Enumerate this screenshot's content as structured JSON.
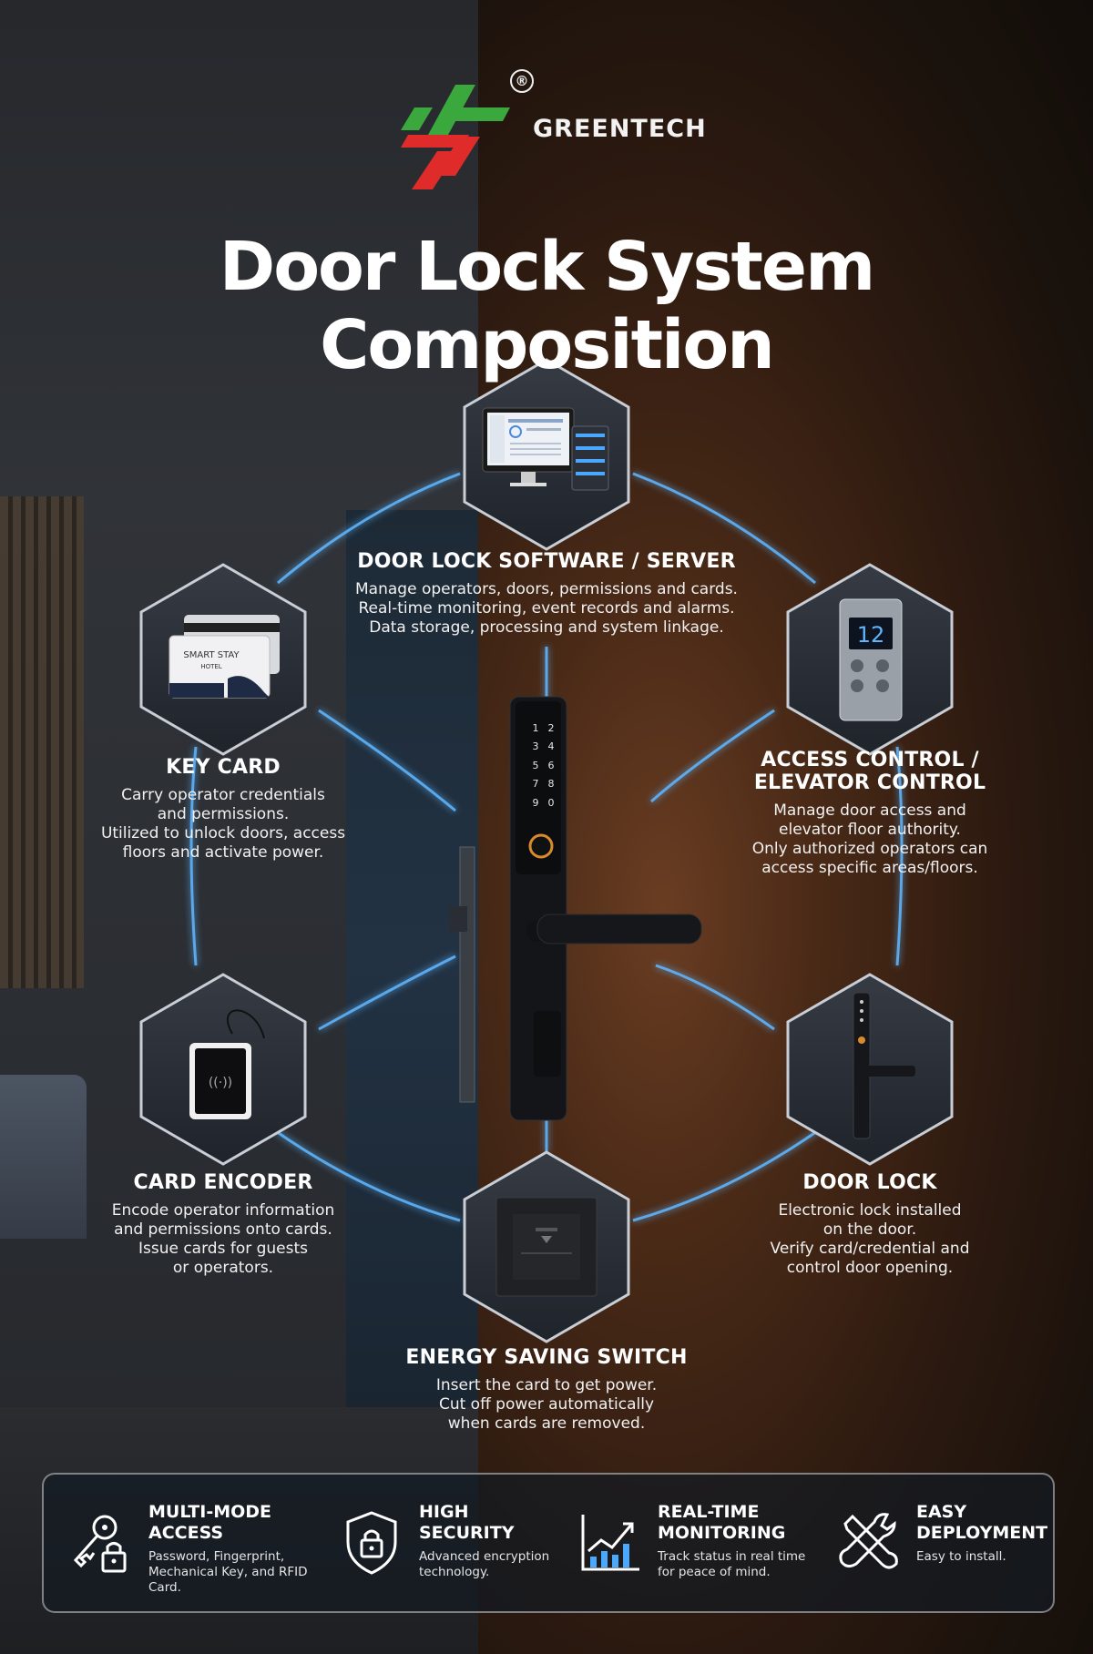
{
  "brand": {
    "name": "GREENTECH",
    "registered_mark": "®",
    "logo_colors": [
      "#3aa83c",
      "#e02b2b"
    ]
  },
  "title": "Door Lock System Composition",
  "components": {
    "software": {
      "title": "DOOR LOCK SOFTWARE / SERVER",
      "lines": [
        "Manage operators, doors, permissions and cards.",
        "Real-time monitoring, event records and alarms.",
        "Data storage, processing and system linkage."
      ],
      "icon": "monitor-server-icon"
    },
    "key_card": {
      "title": "KEY CARD",
      "lines": [
        "Carry operator credentials",
        "and permissions.",
        "Utilized to unlock doors, access",
        "floors and activate power."
      ],
      "icon": "key-card-icon",
      "card_text_1": "SMART STAY",
      "card_text_2": "HOTEL"
    },
    "access_control": {
      "title_line1": "ACCESS CONTROL /",
      "title_line2": "ELEVATOR CONTROL",
      "lines": [
        "Manage door access and",
        "elevator floor authority.",
        "Only authorized operators can",
        "access specific areas/floors."
      ],
      "icon": "elevator-panel-icon",
      "floor_display": "12"
    },
    "card_encoder": {
      "title": "CARD ENCODER",
      "lines": [
        "Encode operator information",
        "and permissions onto cards.",
        "Issue cards for guests",
        "or operators."
      ],
      "icon": "card-encoder-icon"
    },
    "door_lock": {
      "title": "DOOR LOCK",
      "lines": [
        "Electronic lock installed",
        "on the door.",
        "Verify card/credential and",
        "control door opening."
      ],
      "icon": "door-lock-icon"
    },
    "energy_switch": {
      "title": "ENERGY SAVING SWITCH",
      "lines": [
        "Insert the card to get power.",
        "Cut off power automatically",
        "when cards are removed."
      ],
      "icon": "energy-switch-icon"
    }
  },
  "keypad": [
    "1",
    "2",
    "3",
    "4",
    "5",
    "6",
    "7",
    "8",
    "9",
    "0"
  ],
  "features": [
    {
      "title_lines": [
        "MULTI-MODE",
        "ACCESS"
      ],
      "desc_lines": [
        "Password, Fingerprint,",
        "Mechanical Key, and RFID Card."
      ],
      "icon": "key-lock-icon"
    },
    {
      "title_lines": [
        "HIGH",
        "SECURITY"
      ],
      "desc_lines": [
        "Advanced encryption",
        "technology."
      ],
      "icon": "shield-lock-icon"
    },
    {
      "title_lines": [
        "REAL-TIME",
        "MONITORING"
      ],
      "desc_lines": [
        "Track status in real time",
        "for peace of mind."
      ],
      "icon": "chart-monitor-icon"
    },
    {
      "title_lines": [
        "EASY",
        "DEPLOYMENT"
      ],
      "desc_lines": [
        "Easy to install."
      ],
      "icon": "tools-icon"
    }
  ],
  "colors": {
    "accent_glow": "#4aa8ff",
    "hex_fill": "#2a2e36",
    "hex_border": "#c9ced6"
  }
}
